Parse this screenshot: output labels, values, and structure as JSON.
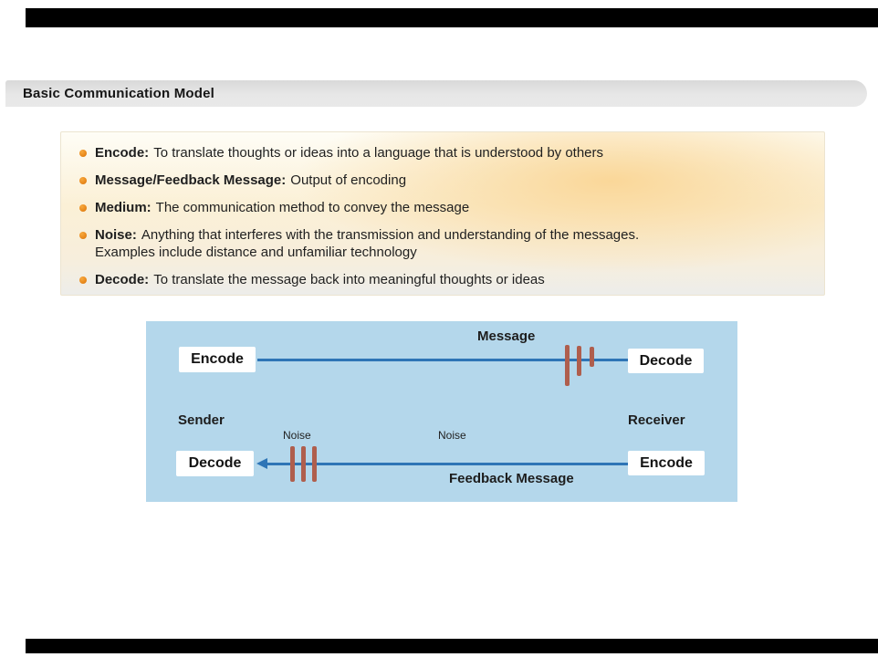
{
  "header": {
    "title": "Basic Communication Model"
  },
  "bullets": {
    "items": [
      {
        "term": "Encode:",
        "text": "To translate thoughts or ideas into a language that is understood by others"
      },
      {
        "term": "Message/Feedback Message:",
        "text": "Output of encoding"
      },
      {
        "term": "Medium:",
        "text": "The communication method to convey the message"
      },
      {
        "term": "Noise:",
        "text": "Anything that interferes with the transmission and understanding of the messages.",
        "text2": "Examples include distance and unfamiliar technology"
      },
      {
        "term": "Decode:",
        "text": "To translate the message back into meaningful thoughts or ideas"
      }
    ]
  },
  "diagram": {
    "message_label": "Message",
    "feedback_label": "Feedback Message",
    "sender_label": "Sender",
    "receiver_label": "Receiver",
    "noise_label_left": "Noise",
    "noise_label_middle": "Noise",
    "encode_top": "Encode",
    "decode_top": "Decode",
    "decode_bottom": "Decode",
    "encode_bottom": "Encode"
  },
  "colors": {
    "header_bar_bg": "#e3e3e3",
    "bullet_dot": "#e8881b",
    "bullet_box_gradient": "#fbe8c2",
    "diagram_bg": "#b4d7eb",
    "arrow_blue": "#2e75b6",
    "noise_bar": "#af5e4d",
    "letterbox": "#000000"
  }
}
